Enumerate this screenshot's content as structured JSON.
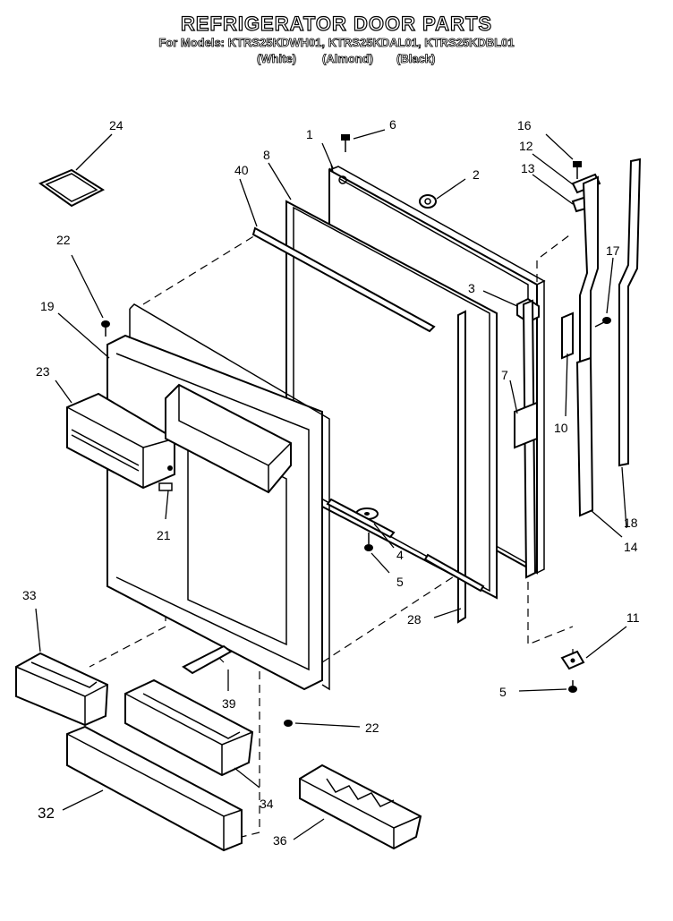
{
  "header": {
    "title": "REFRIGERATOR DOOR PARTS",
    "models": "For Models: KTRS25KDWH01, KTRS25KDAL01, KTRS25KDBL01",
    "colors": [
      "(White)",
      "(Almond)",
      "(Black)"
    ]
  },
  "callouts": {
    "c1": "1",
    "c2": "2",
    "c3": "3",
    "c4": "4",
    "c5a": "5",
    "c5b": "5",
    "c6": "6",
    "c7": "7",
    "c8": "8",
    "c10": "10",
    "c11": "11",
    "c12": "12",
    "c13": "13",
    "c14": "14",
    "c16": "16",
    "c17": "17",
    "c18": "18",
    "c19": "19",
    "c21": "21",
    "c22a": "22",
    "c22b": "22",
    "c23": "23",
    "c24": "24",
    "c28": "28",
    "c32": "32",
    "c33": "33",
    "c34": "34",
    "c36": "36",
    "c39": "39",
    "c40": "40"
  }
}
